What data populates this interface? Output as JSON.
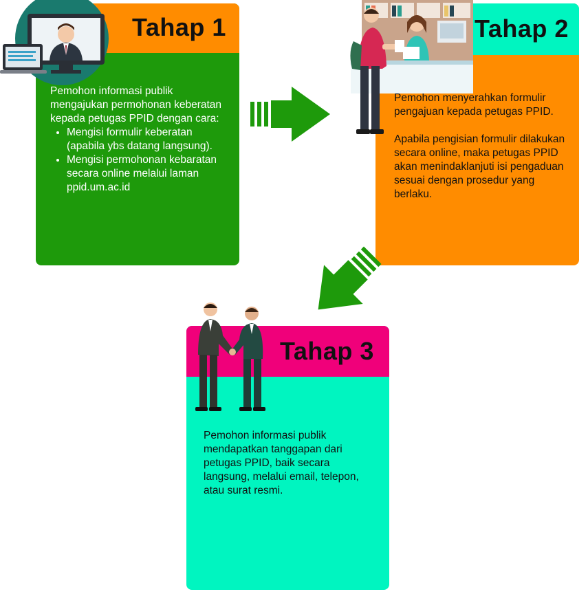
{
  "steps": [
    {
      "title": "Tahap 1",
      "intro": "Pemohon informasi publik mengajukan permohonan keberatan kepada petugas PPID dengan cara:",
      "bullets": [
        "Mengisi formulir keberatan (apabila ybs datang langsung).",
        "Mengisi permohonan kebaratan secara online melalui laman ppid.um.ac.id"
      ]
    },
    {
      "title": "Tahap 2",
      "paragraphs": [
        "Pemohon menyerahkan formulir pengajuan kepada petugas PPID.",
        "Apabila pengisian formulir dilakukan secara online, maka petugas PPID akan menindaklanjuti isi pengaduan sesuai dengan prosedur yang berlaku."
      ]
    },
    {
      "title": "Tahap 3",
      "paragraphs": [
        "Pemohon informasi publik mendapatkan tanggapan dari petugas PPID, baik secara langsung, melalui email, telepon, atau surat resmi."
      ]
    }
  ],
  "colors": {
    "step1_body": "#1e9a0b",
    "step1_header": "#ff8c00",
    "step2_body": "#ff8c00",
    "step2_header": "#00f5c0",
    "step3_body": "#00f5c0",
    "step3_header": "#f0007a",
    "arrow": "#1e9a0b"
  },
  "illustrations": [
    {
      "icon": "online-consultation-icon"
    },
    {
      "icon": "service-desk-icon"
    },
    {
      "icon": "handshake-icon"
    }
  ],
  "arrows": [
    {
      "icon": "arrow-right-icon"
    },
    {
      "icon": "arrow-down-left-icon"
    }
  ]
}
